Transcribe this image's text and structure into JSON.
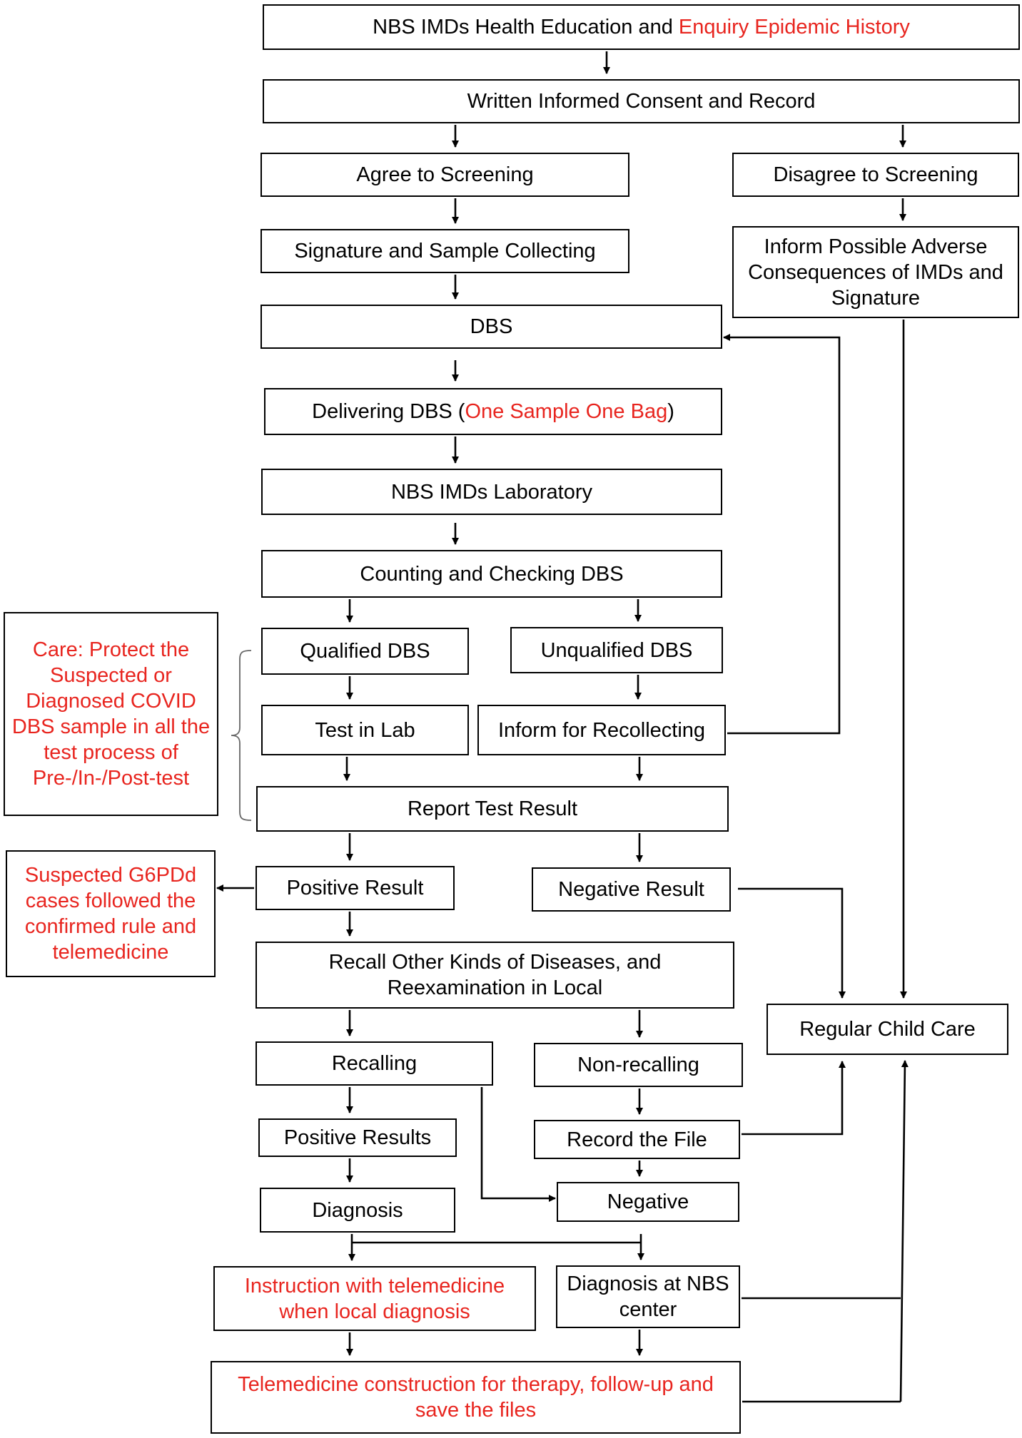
{
  "nodes": {
    "n_education": {
      "parts": [
        {
          "text": "NBS IMDs Health Education and ",
          "color": "black"
        },
        {
          "text": "Enquiry Epidemic History",
          "color": "red"
        }
      ]
    },
    "n_consent": {
      "parts": [
        {
          "text": "Written Informed Consent and Record",
          "color": "black"
        }
      ]
    },
    "n_agree": {
      "parts": [
        {
          "text": "Agree to Screening",
          "color": "black"
        }
      ]
    },
    "n_disagree": {
      "parts": [
        {
          "text": "Disagree to Screening",
          "color": "black"
        }
      ]
    },
    "n_signature": {
      "parts": [
        {
          "text": "Signature and Sample Collecting",
          "color": "black"
        }
      ]
    },
    "n_inform_adverse": {
      "parts": [
        {
          "text": "Inform Possible Adverse Consequences of IMDs and Signature",
          "color": "black"
        }
      ]
    },
    "n_dbs": {
      "parts": [
        {
          "text": "DBS",
          "color": "black"
        }
      ]
    },
    "n_delivering": {
      "parts": [
        {
          "text": "Delivering DBS (",
          "color": "black"
        },
        {
          "text": "One Sample One Bag",
          "color": "red"
        },
        {
          "text": ")",
          "color": "black"
        }
      ]
    },
    "n_lab": {
      "parts": [
        {
          "text": "NBS IMDs Laboratory",
          "color": "black"
        }
      ]
    },
    "n_counting": {
      "parts": [
        {
          "text": "Counting and Checking DBS",
          "color": "black"
        }
      ]
    },
    "n_care": {
      "parts": [
        {
          "text": "Care: Protect the Suspected or Diagnosed COVID DBS sample in all the test process of Pre-/In-/Post-test",
          "color": "red"
        }
      ]
    },
    "n_qualified": {
      "parts": [
        {
          "text": "Qualified DBS",
          "color": "black"
        }
      ]
    },
    "n_unqualified": {
      "parts": [
        {
          "text": "Unqualified DBS",
          "color": "black"
        }
      ]
    },
    "n_test_lab": {
      "parts": [
        {
          "text": "Test in Lab",
          "color": "black"
        }
      ]
    },
    "n_recollect": {
      "parts": [
        {
          "text": "Inform for Recollecting",
          "color": "black"
        }
      ]
    },
    "n_report": {
      "parts": [
        {
          "text": "Report Test Result",
          "color": "black"
        }
      ]
    },
    "n_g6pd": {
      "parts": [
        {
          "text": "Suspected G6PDd cases followed the confirmed rule and telemedicine",
          "color": "red"
        }
      ]
    },
    "n_positive": {
      "parts": [
        {
          "text": "Positive Result",
          "color": "black"
        }
      ]
    },
    "n_negative_result": {
      "parts": [
        {
          "text": "Negative Result",
          "color": "black"
        }
      ]
    },
    "n_recall_other": {
      "parts": [
        {
          "text": "Recall Other Kinds of Diseases, and Reexamination in Local",
          "color": "black"
        }
      ]
    },
    "n_regular": {
      "parts": [
        {
          "text": "Regular Child Care",
          "color": "black"
        }
      ]
    },
    "n_recalling": {
      "parts": [
        {
          "text": "Recalling",
          "color": "black"
        }
      ]
    },
    "n_nonrecalling": {
      "parts": [
        {
          "text": "Non-recalling",
          "color": "black"
        }
      ]
    },
    "n_positive_results": {
      "parts": [
        {
          "text": "Positive Results",
          "color": "black"
        }
      ]
    },
    "n_record_file": {
      "parts": [
        {
          "text": "Record the File",
          "color": "black"
        }
      ]
    },
    "n_diagnosis": {
      "parts": [
        {
          "text": "Diagnosis",
          "color": "black"
        }
      ]
    },
    "n_negative": {
      "parts": [
        {
          "text": "Negative",
          "color": "black"
        }
      ]
    },
    "n_instruction": {
      "parts": [
        {
          "text": "Instruction with telemedicine when local diagnosis",
          "color": "red"
        }
      ]
    },
    "n_diag_center": {
      "parts": [
        {
          "text": "Diagnosis at NBS center",
          "color": "black"
        }
      ]
    },
    "n_telemedicine": {
      "parts": [
        {
          "text": "Telemedicine construction for therapy, follow-up and save the files",
          "color": "red"
        }
      ]
    }
  },
  "colors": {
    "red": "#e8251f",
    "black": "#000000"
  }
}
